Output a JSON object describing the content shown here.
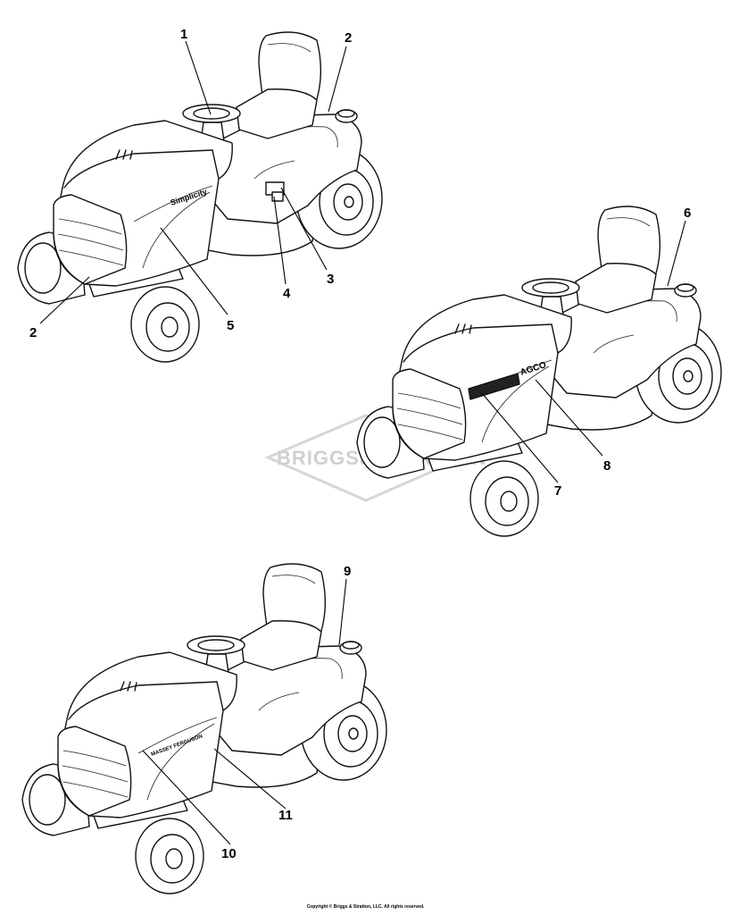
{
  "watermark": {
    "text": "BRIGGS&STRATTON"
  },
  "decals": {
    "brand_simplicity": "Simplicity",
    "brand_agco": "AGCO",
    "brand_massey": "MASSEY FERGUSON"
  },
  "callouts": [
    "1",
    "2",
    "2",
    "3",
    "4",
    "5",
    "6",
    "7",
    "8",
    "9",
    "10",
    "11"
  ],
  "footer": {
    "copyright": "Copyright © Briggs & Stratton, LLC. All rights reserved."
  }
}
